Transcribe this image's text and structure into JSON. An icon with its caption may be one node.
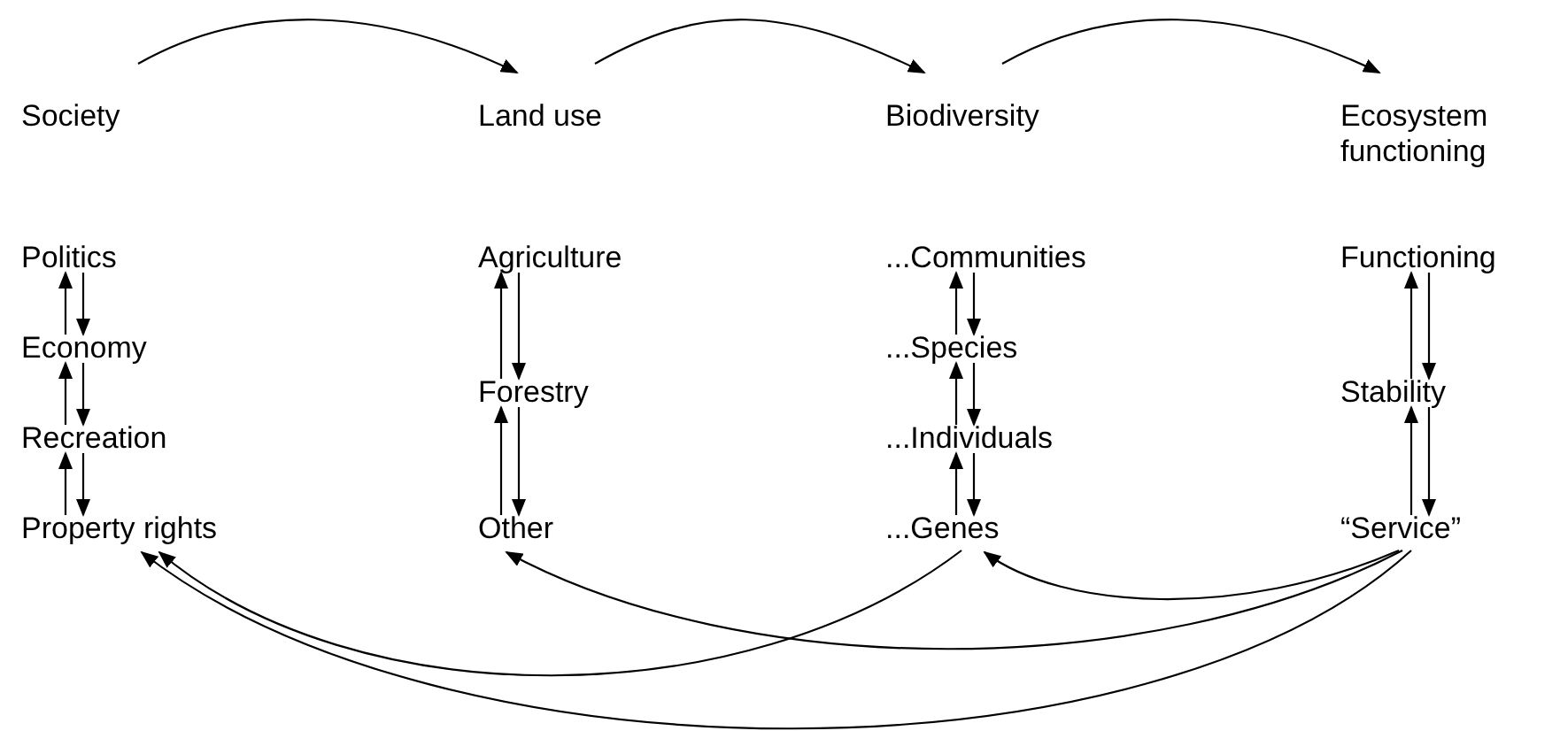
{
  "diagram": {
    "nodes": [
      {
        "text": [
          "Society"
        ]
      },
      {
        "text": [
          "Land use"
        ]
      },
      {
        "text": [
          "Biodiversity"
        ]
      },
      {
        "text": [
          "Ecosystem functioning"
        ]
      },
      {
        "text": [
          "Politics"
        ]
      },
      {
        "text": [
          "Economy"
        ]
      },
      {
        "text": [
          "Recreation"
        ]
      },
      {
        "text": [
          "Property rights"
        ]
      },
      {
        "text": [
          "Agriculture"
        ]
      },
      {
        "text": [
          "Forestry"
        ]
      },
      {
        "text": [
          "Other"
        ]
      },
      {
        "text": [
          "...Communities"
        ]
      },
      {
        "text": [
          "...Species"
        ]
      },
      {
        "text": [
          "...Individuals"
        ]
      },
      {
        "text": [
          "...Genes"
        ]
      },
      {
        "text": [
          "Functioning"
        ]
      },
      {
        "text": [
          "Stability"
        ]
      },
      {
        "text": [
          "“Service”"
        ]
      }
    ],
    "edges": [
      {
        "from": 0,
        "to": 1,
        "arrow": "to"
      },
      {
        "from": 1,
        "to": 2,
        "arrow": "to"
      },
      {
        "from": 2,
        "to": 3,
        "arrow": "to"
      },
      {
        "from": 5,
        "to": 4,
        "arrow": "to"
      },
      {
        "from": 4,
        "to": 5,
        "arrow": "to"
      },
      {
        "from": 6,
        "to": 5,
        "arrow": "to"
      },
      {
        "from": 5,
        "to": 6,
        "arrow": "to"
      },
      {
        "from": 7,
        "to": 6,
        "arrow": "to"
      },
      {
        "from": 6,
        "to": 7,
        "arrow": "to"
      },
      {
        "from": 9,
        "to": 8,
        "arrow": "to"
      },
      {
        "from": 8,
        "to": 9,
        "arrow": "to"
      },
      {
        "from": 10,
        "to": 9,
        "arrow": "to"
      },
      {
        "from": 9,
        "to": 10,
        "arrow": "to"
      },
      {
        "from": 12,
        "to": 11,
        "arrow": "to"
      },
      {
        "from": 11,
        "to": 12,
        "arrow": "to"
      },
      {
        "from": 13,
        "to": 12,
        "arrow": "to"
      },
      {
        "from": 12,
        "to": 13,
        "arrow": "to"
      },
      {
        "from": 14,
        "to": 13,
        "arrow": "to"
      },
      {
        "from": 13,
        "to": 14,
        "arrow": "to"
      },
      {
        "from": 16,
        "to": 15,
        "arrow": "to"
      },
      {
        "from": 15,
        "to": 16,
        "arrow": "to"
      },
      {
        "from": 17,
        "to": 16,
        "arrow": "to"
      },
      {
        "from": 16,
        "to": 17,
        "arrow": "to"
      },
      {
        "from": 17,
        "to": 14,
        "arrow": "to"
      },
      {
        "from": 17,
        "to": 10,
        "arrow": "to"
      },
      {
        "from": 17,
        "to": 7,
        "arrow": "to"
      },
      {
        "from": 14,
        "to": 7,
        "arrow": "to"
      }
    ]
  }
}
